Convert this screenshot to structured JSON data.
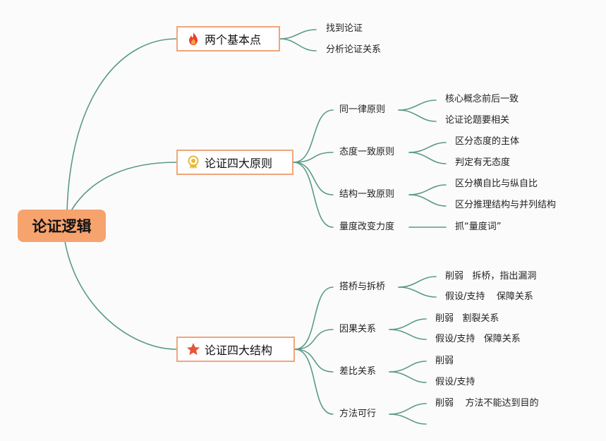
{
  "root": "论证逻辑",
  "branches": [
    {
      "label": "两个基本点",
      "icon": "fire-icon",
      "children": [
        "找到论证",
        "分析论证关系"
      ]
    },
    {
      "label": "论证四大原则",
      "icon": "medal-icon",
      "children": [
        {
          "label": "同一律原则",
          "children": [
            "核心概念前后一致",
            "论证论题要相关"
          ]
        },
        {
          "label": "态度一致原则",
          "children": [
            "区分态度的主体",
            "判定有无态度"
          ]
        },
        {
          "label": "结构一致原则",
          "children": [
            "区分横自比与纵自比",
            "区分推理结构与并列结构"
          ]
        },
        {
          "label": "量度改变力度",
          "children": [
            "抓“量度词”"
          ]
        }
      ]
    },
    {
      "label": "论证四大结构",
      "icon": "star-icon",
      "children": [
        {
          "label": "搭桥与拆桥",
          "children": [
            "削弱   拆桥，指出漏洞",
            "假设/支持    保障关系"
          ]
        },
        {
          "label": "因果关系",
          "children": [
            "削弱   割裂关系",
            "假设/支持   保障关系"
          ]
        },
        {
          "label": "差比关系",
          "children": [
            "削弱",
            "假设/支持"
          ]
        },
        {
          "label": "方法可行",
          "children": [
            "削弱    方法不能达到目的",
            ""
          ]
        }
      ]
    }
  ],
  "colors": {
    "line": "#5a9a86",
    "root_fill": "#f6a36e",
    "box_border": "#f0a57a"
  }
}
